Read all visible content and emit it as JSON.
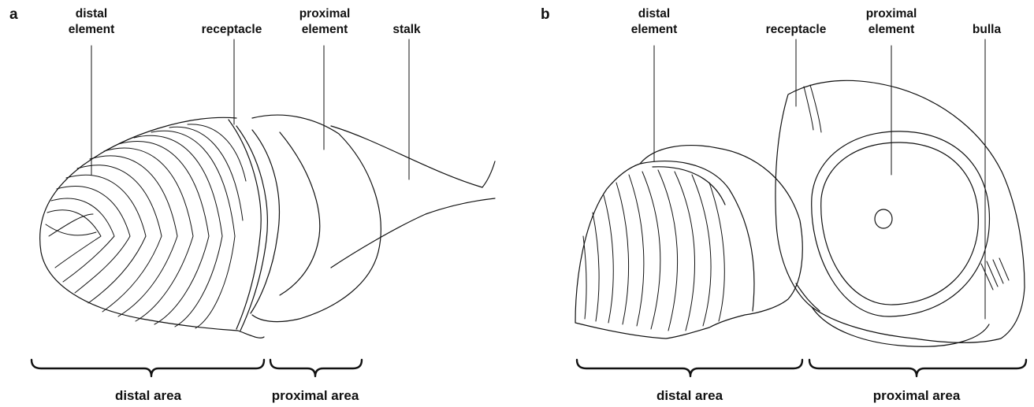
{
  "panel_a": {
    "letter": "a",
    "labels": {
      "distal_element": [
        "distal",
        "element"
      ],
      "receptacle": "receptacle",
      "proximal_element": [
        "proximal",
        "element"
      ],
      "stalk": "stalk"
    },
    "areas": {
      "distal": "distal area",
      "proximal": "proximal area"
    }
  },
  "panel_b": {
    "letter": "b",
    "labels": {
      "distal_element": [
        "distal",
        "element"
      ],
      "receptacle": "receptacle",
      "proximal_element": [
        "proximal",
        "element"
      ],
      "bulla": "bulla"
    },
    "areas": {
      "distal": "distal area",
      "proximal": "proximal area"
    }
  }
}
